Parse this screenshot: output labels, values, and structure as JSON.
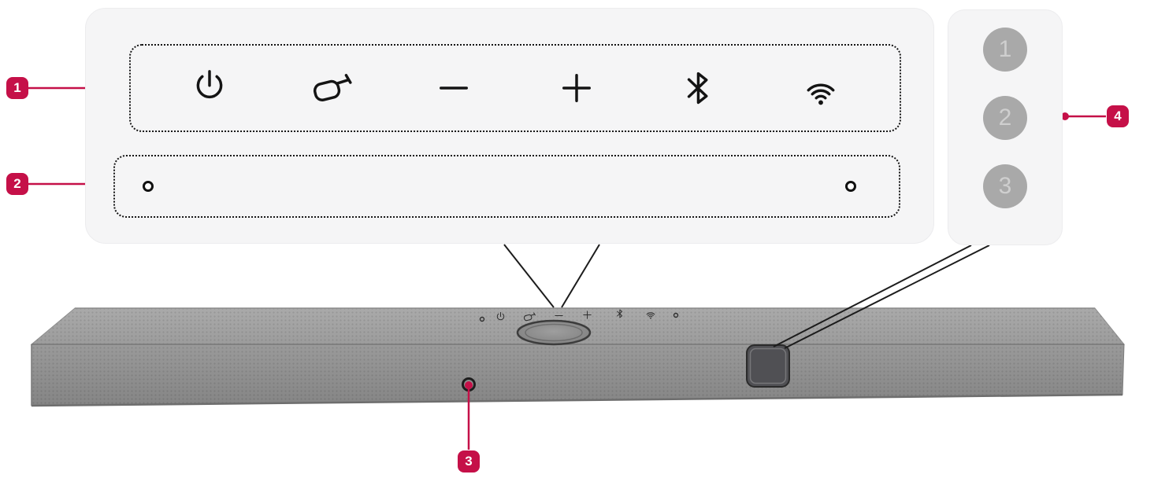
{
  "colors": {
    "accent": "#c51048",
    "panel_bg": "#f5f5f6",
    "outline": "#151515",
    "soundbar_top": "#a4a4a4",
    "soundbar_front": "#939393",
    "preset_circle_bg": "#a9a9a9",
    "preset_circle_text": "#cfcfcf"
  },
  "badges": {
    "b1": "1",
    "b2": "2",
    "b3": "3",
    "b4": "4"
  },
  "touch_controls": {
    "icons": [
      "power-icon",
      "input-source-icon",
      "volume-down-icon",
      "volume-up-icon",
      "bluetooth-icon",
      "wifi-icon"
    ]
  },
  "mic_area": {
    "hole_count": 2
  },
  "preset_buttons": {
    "labels": [
      "1",
      "2",
      "3"
    ]
  },
  "device": {
    "mini_controls": [
      "mic-hole",
      "power",
      "input-source",
      "volume-down",
      "volume-up",
      "bluetooth",
      "wifi",
      "mic-hole"
    ],
    "parts": [
      "top-touch-panel",
      "mic-holes",
      "front-indicator",
      "display-window",
      "center-knob"
    ]
  }
}
